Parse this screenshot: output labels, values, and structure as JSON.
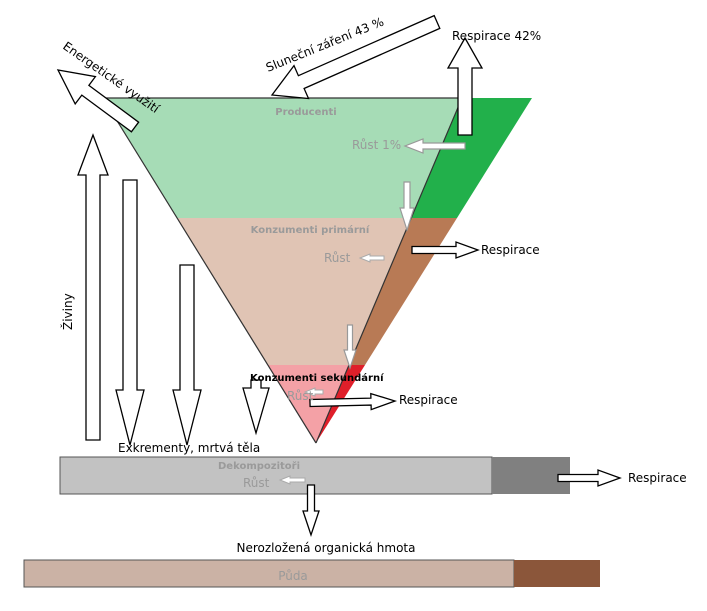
{
  "labels": {
    "sunlight": "Sluneční záření 43 %",
    "energy_use": "Energetické využití",
    "respiration_42": "Respirace 42%",
    "producers": "Producenti",
    "growth_1": "Růst 1%",
    "primary_consumers": "Konzumenti primární",
    "growth_primary": "Růst",
    "respiration_primary": "Respirace",
    "secondary_consumers": "Konzumenti sekundární",
    "growth_secondary": "Růst",
    "respiration_secondary": "Respirace",
    "nutrients": "Živiny",
    "excrements": "Exkrementy, mrtvá těla",
    "decomposers": "Dekompozitoři",
    "growth_decomposers": "Růst",
    "respiration_decomposers": "Respirace",
    "undecomposed": "Nerozložená organická hmota",
    "soil": "Půda"
  },
  "colors": {
    "producers": "#a6dcb6",
    "producers_respiration": "#22b04b",
    "primary": "#e0c4b4",
    "primary_respiration": "#b87a55",
    "secondary": "#f4a1a6",
    "secondary_respiration": "#df1f2a",
    "decomposers": "#c2c2c2",
    "decomposers_respiration": "#808080",
    "soil": "#cbb2a5",
    "soil_dark": "#8b563a"
  }
}
